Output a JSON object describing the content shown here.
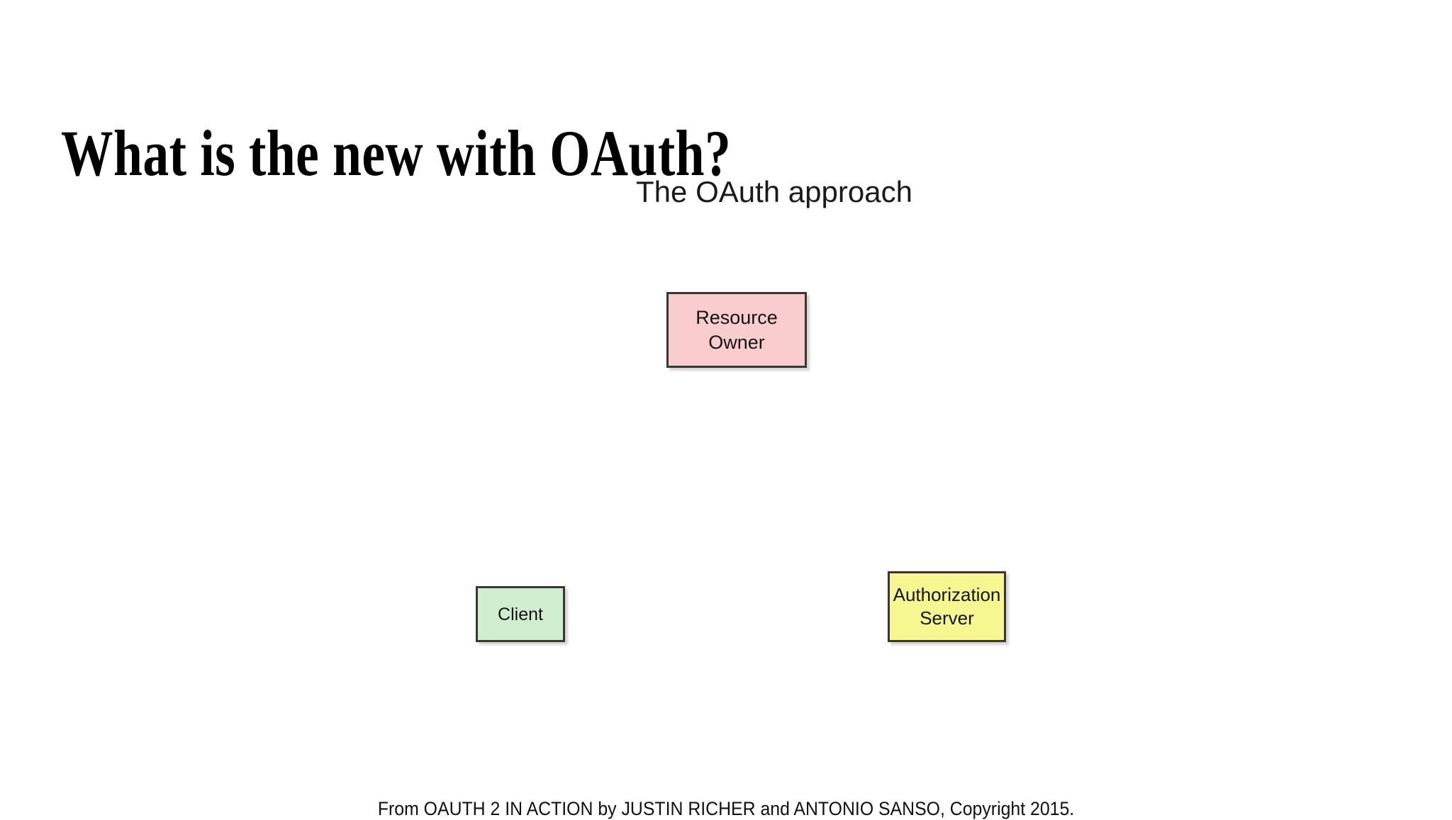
{
  "slide": {
    "title": "What is the new with OAuth?",
    "subtitle": "The OAuth approach",
    "footer": "From OAUTH 2 IN ACTION by JUSTIN RICHER and ANTONIO SANSO, Copyright 2015.",
    "background_color": "#ffffff"
  },
  "diagram": {
    "nodes": [
      {
        "id": "resource-owner",
        "label": "Resource\nOwner",
        "fill_color": "#f9cdcd",
        "border_color": "#3a3733"
      },
      {
        "id": "client",
        "label": "Client",
        "fill_color": "#cfeecf",
        "border_color": "#3a3733"
      },
      {
        "id": "authorization-server",
        "label": "Authorization\nServer",
        "fill_color": "#f7f792",
        "border_color": "#3a3733"
      }
    ]
  }
}
